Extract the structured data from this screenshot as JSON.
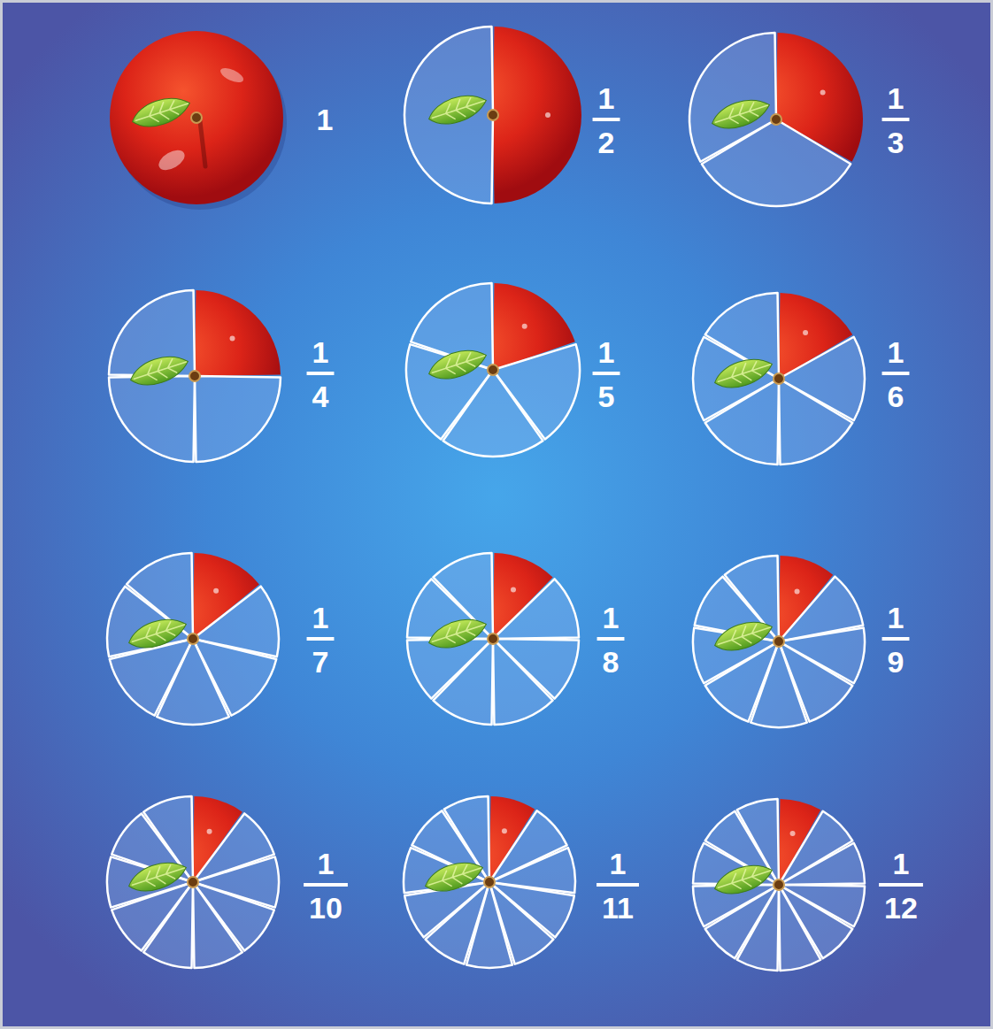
{
  "diagram": {
    "labels": [
      "1",
      "1",
      "2",
      "1",
      "3",
      "1",
      "4",
      "1",
      "5",
      "1",
      "6",
      "1",
      "7",
      "1",
      "8",
      "1",
      "9",
      "1",
      "10",
      "1",
      "11",
      "1",
      "12"
    ]
  }
}
